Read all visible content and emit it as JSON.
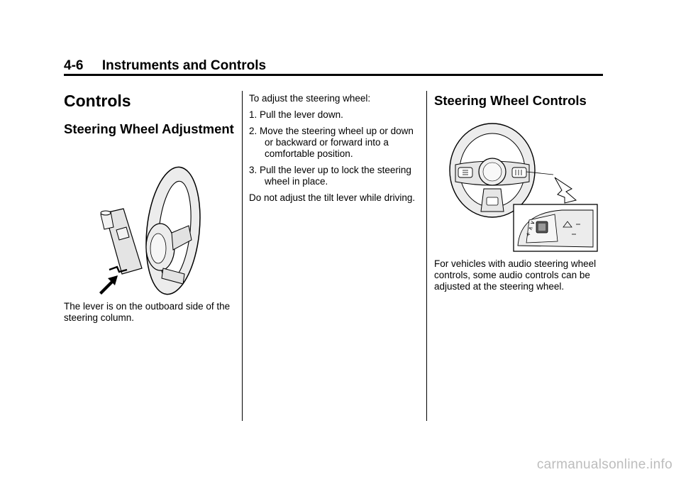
{
  "header": {
    "title": "4-6     Instruments and Controls"
  },
  "left_column": {
    "section_title": "Controls",
    "subsection_title": "Steering Wheel Adjustment",
    "caption": "The lever is on the outboard side of the steering column."
  },
  "middle_column": {
    "intro": "To adjust the steering wheel:",
    "steps": [
      "1.  Pull the lever down.",
      "2.  Move the steering wheel up or down or backward or forward into a comfortable position.",
      "3.   Pull the lever up to lock the steering wheel in place."
    ],
    "warning": "Do not adjust the tilt lever while driving."
  },
  "right_column": {
    "section_title": "Steering Wheel Controls",
    "caption": "For vehicles with audio steering wheel controls, some audio controls can be adjusted at the steering wheel."
  },
  "watermark": "carmanualsonline.info",
  "colors": {
    "text": "#000000",
    "illustration_fill": "#ececec",
    "watermark": "#bdbdbd"
  }
}
